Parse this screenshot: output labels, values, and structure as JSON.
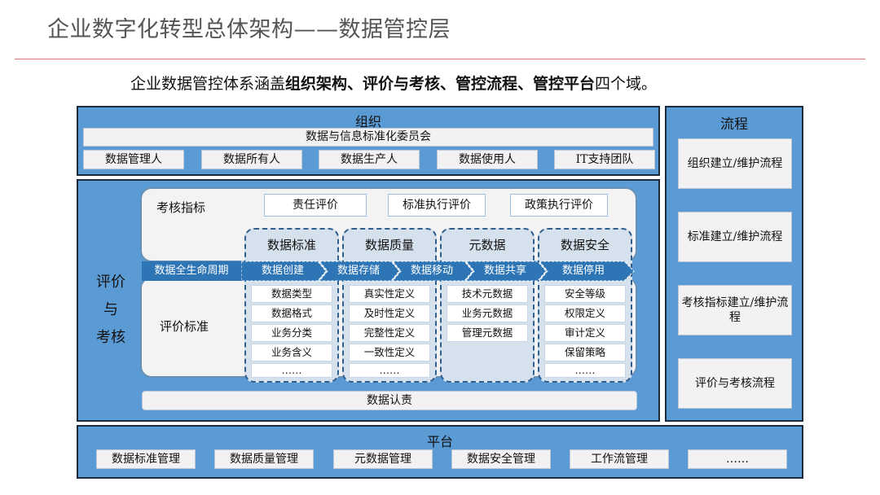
{
  "title": "企业数字化转型总体架构——数据管控层",
  "subtitle": {
    "prefix": "企业数据管控体系涵盖",
    "bold": "组织架构、评价与考核、管控流程、管控平台",
    "suffix": "四个域。"
  },
  "organization": {
    "label": "组织",
    "committee": "数据与信息标准化委员会",
    "roles": [
      "数据管理人",
      "数据所有人",
      "数据生产人",
      "数据使用人",
      "IT支持团队"
    ]
  },
  "evaluation": {
    "side_label": [
      "评价",
      "与",
      "考核"
    ],
    "kpi_label": "考核指标",
    "kpi_items": [
      "责任评价",
      "标准执行评价",
      "政策执行评价"
    ],
    "lifecycle_label": "数据全生命周期",
    "stages": [
      "数据创建",
      "数据存储",
      "数据移动",
      "数据共享",
      "数据停用"
    ],
    "criteria_label": "评价标准",
    "columns": [
      {
        "name": "数据标准",
        "items": [
          "数据类型",
          "数据格式",
          "业务分类",
          "业务含义",
          "……"
        ]
      },
      {
        "name": "数据质量",
        "items": [
          "真实性定义",
          "及时性定义",
          "完整性定义",
          "一致性定义",
          "……"
        ]
      },
      {
        "name": "元数据",
        "items": [
          "技术元数据",
          "业务元数据",
          "管理元数据"
        ]
      },
      {
        "name": "数据安全",
        "items": [
          "安全等级",
          "权限定义",
          "审计定义",
          "保留策略",
          "……"
        ]
      }
    ],
    "accountability": "数据认责"
  },
  "process": {
    "label": "流程",
    "items": [
      "组织建立/维护流程",
      "标准建立/维护流程",
      "考核指标建立/维护流程",
      "评价与考核流程"
    ]
  },
  "platform": {
    "label": "平台",
    "items": [
      "数据标准管理",
      "数据质量管理",
      "元数据管理",
      "数据安全管理",
      "工作流管理",
      "……"
    ]
  },
  "colors": {
    "panel_blue": "#5b9bd5",
    "arrow_blue": "#2e75b6",
    "rule_red": "#e0707a"
  }
}
